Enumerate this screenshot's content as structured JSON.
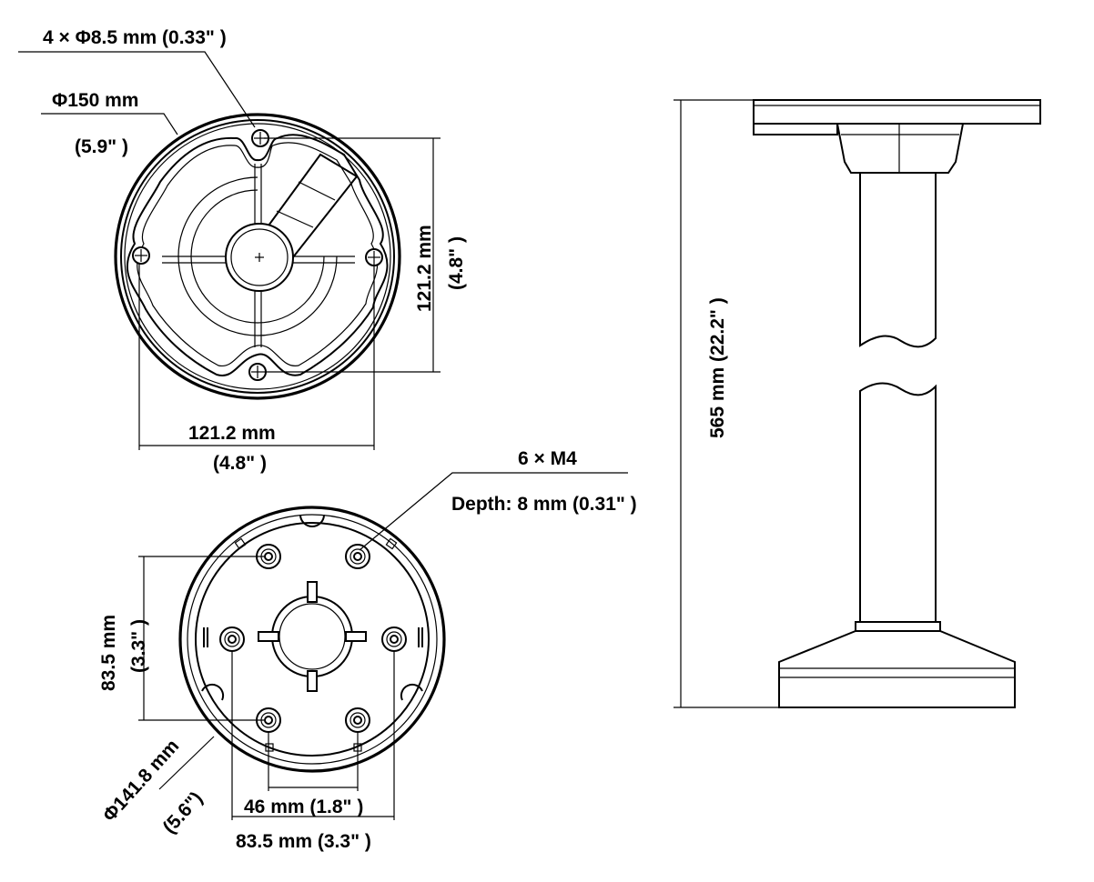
{
  "top_view": {
    "holes_label": "4 × Φ8.5 mm (0.33\" )",
    "diameter_mm": "Φ150 mm",
    "diameter_in": "(5.9\" )",
    "vertical_mm": "121.2 mm",
    "vertical_in": "(4.8\" )",
    "horizontal_mm": "121.2 mm",
    "horizontal_in": "(4.8\" )"
  },
  "bottom_view": {
    "screws_label": "6 × M4",
    "depth_label": "Depth: 8 mm (0.31\" )",
    "vertical_mm": "83.5 mm",
    "vertical_in": "(3.3\" )",
    "diameter_mm": "Φ141.8 mm",
    "diameter_in": "(5.6\")",
    "inner_width": "46 mm (1.8\" )",
    "outer_width": "83.5 mm (3.3\" )"
  },
  "side_view": {
    "height_label": "565 mm (22.2\" )"
  }
}
